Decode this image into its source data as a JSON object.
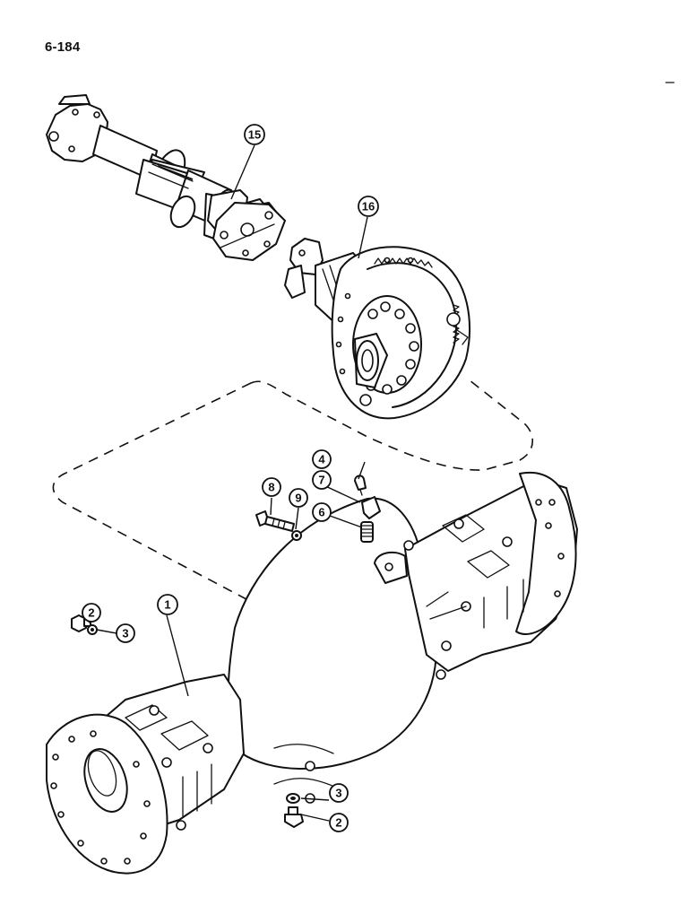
{
  "page": {
    "number": "6-184"
  },
  "diagram": {
    "type": "exploded-parts-view",
    "subject": "rear axle housing with differential carrier and drive shaft",
    "callouts": [
      {
        "id": "c15",
        "label": "15",
        "part": "drive-shaft-universal-joint"
      },
      {
        "id": "c16",
        "label": "16",
        "part": "differential-carrier-assembly"
      },
      {
        "id": "c4",
        "label": "4",
        "part": "breather"
      },
      {
        "id": "c7",
        "label": "7",
        "part": "elbow-fitting"
      },
      {
        "id": "c6",
        "label": "6",
        "part": "spring"
      },
      {
        "id": "c8",
        "label": "8",
        "part": "bolt"
      },
      {
        "id": "c9",
        "label": "9",
        "part": "nut"
      },
      {
        "id": "c1",
        "label": "1",
        "part": "axle-housing"
      },
      {
        "id": "c2a",
        "label": "2",
        "part": "plug"
      },
      {
        "id": "c3a",
        "label": "3",
        "part": "washer"
      },
      {
        "id": "c3b",
        "label": "3",
        "part": "washer"
      },
      {
        "id": "c2b",
        "label": "2",
        "part": "plug"
      }
    ]
  }
}
